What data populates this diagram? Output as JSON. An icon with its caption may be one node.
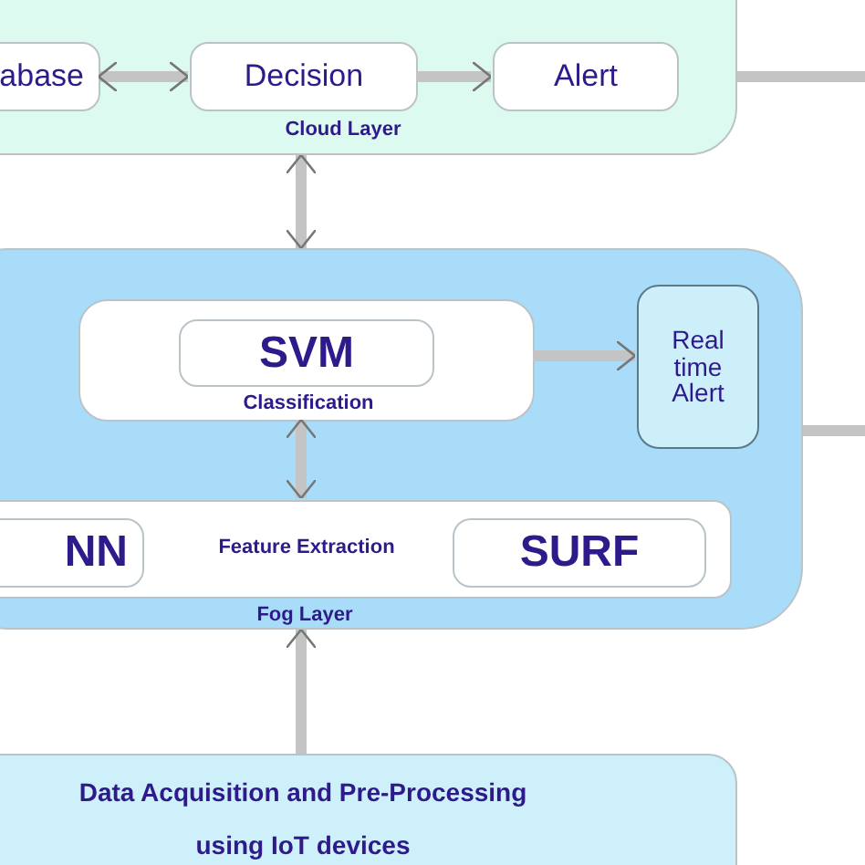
{
  "diagram": {
    "nodes": [
      {
        "text": [
          "Cloud Layer"
        ]
      },
      {
        "text": [
          "abase"
        ],
        "in": 0
      },
      {
        "text": [
          "Decision"
        ],
        "in": 0
      },
      {
        "text": [
          "Alert"
        ],
        "in": 0
      },
      {
        "text": [
          "Fog Layer"
        ]
      },
      {
        "text": [
          "Classification"
        ],
        "in": 4
      },
      {
        "text": [
          "SVM"
        ],
        "in": 5
      },
      {
        "text": [
          "Real time Alert"
        ],
        "in": 4
      },
      {
        "text": [
          "Feature Extraction"
        ],
        "in": 4
      },
      {
        "text": [
          "NN"
        ],
        "in": 8
      },
      {
        "text": [
          "SURF"
        ],
        "in": 8
      },
      {
        "text": [
          "Data Acquisition and Pre-Processing using IoT devices"
        ]
      }
    ],
    "edges": [
      {
        "from": 1,
        "to": 2,
        "arrow": "both"
      },
      {
        "from": 2,
        "to": 3,
        "arrow": "to"
      },
      {
        "from": 0,
        "to": null,
        "arrow": "none"
      },
      {
        "from": 0,
        "to": 4,
        "arrow": "both"
      },
      {
        "from": 5,
        "to": 7,
        "arrow": "to"
      },
      {
        "from": 4,
        "to": null,
        "arrow": "none"
      },
      {
        "from": 5,
        "to": 8,
        "arrow": "both"
      },
      {
        "from": 11,
        "to": 4,
        "arrow": "to"
      }
    ]
  }
}
